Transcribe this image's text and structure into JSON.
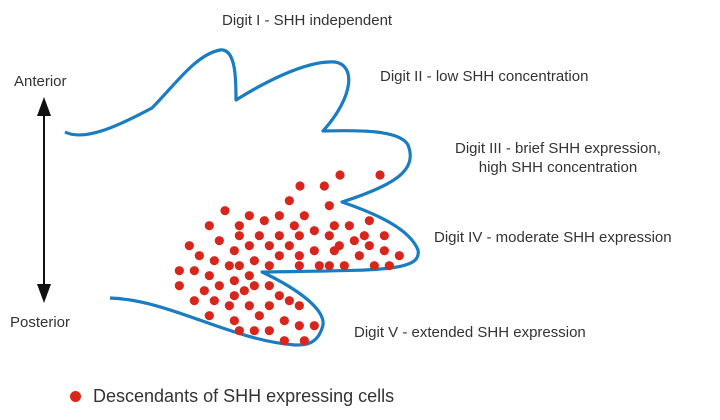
{
  "labels": {
    "digit1": "Digit I - SHH independent",
    "digit2": "Digit II - low SHH concentration",
    "digit3_line1": "Digit III - brief SHH expression,",
    "digit3_line2": "high SHH concentration",
    "digit4": "Digit IV - moderate SHH expression",
    "digit5": "Digit V - extended SHH expression",
    "anterior": "Anterior",
    "posterior": "Posterior"
  },
  "legend": {
    "label": "Descendants of SHH expressing cells"
  },
  "colors": {
    "outline": "#1a7cc1",
    "cells": "#d9261c",
    "arrow": "#111111"
  }
}
